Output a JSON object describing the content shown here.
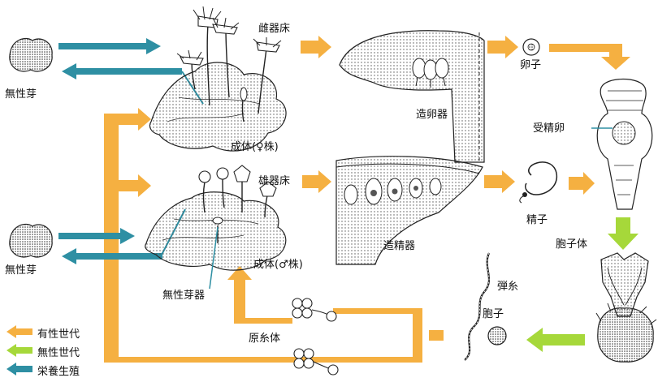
{
  "labels": {
    "archegoniophore": "雌器床",
    "archegonium": "造卵器",
    "egg": "卵子",
    "zygote": "受精卵",
    "female_thallus": "成体(♀株)",
    "antheridiophore": "雄器床",
    "antheridium": "造精器",
    "sperm": "精子",
    "sporophyte": "胞子体",
    "male_thallus": "成体(♂株)",
    "gemma_cup": "無性芽器",
    "gemma_top": "無性芽",
    "gemma_bottom": "無性芽",
    "elater": "弾糸",
    "spore": "胞子",
    "protonema": "原糸体"
  },
  "legend": [
    {
      "label": "有性世代",
      "color": "#F5B041"
    },
    {
      "label": "無性世代",
      "color": "#A6D83A"
    },
    {
      "label": "栄養生殖",
      "color": "#2E8FA3"
    }
  ],
  "colors": {
    "sexual": "#F5B041",
    "asexual": "#A6D83A",
    "vegetative": "#2E8FA3"
  }
}
